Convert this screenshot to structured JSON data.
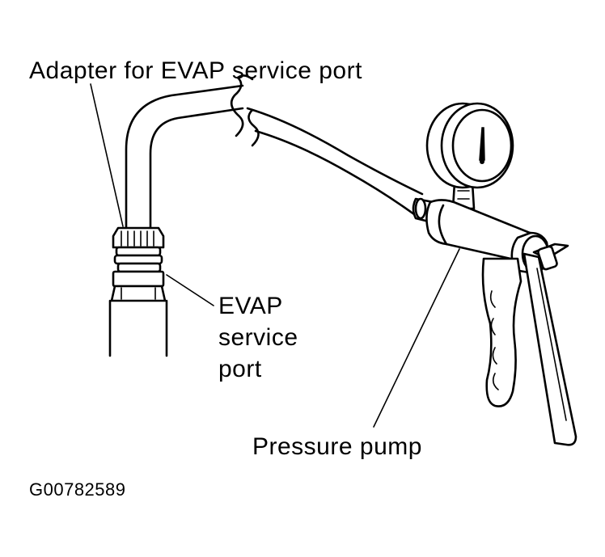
{
  "labels": {
    "adapter": "Adapter for EVAP service port",
    "evap_line1": "EVAP",
    "evap_line2": "service",
    "evap_line3": "port",
    "pump": "Pressure pump",
    "figure_id": "G00782589"
  },
  "colors": {
    "ink": "#000000",
    "paper": "#ffffff"
  }
}
